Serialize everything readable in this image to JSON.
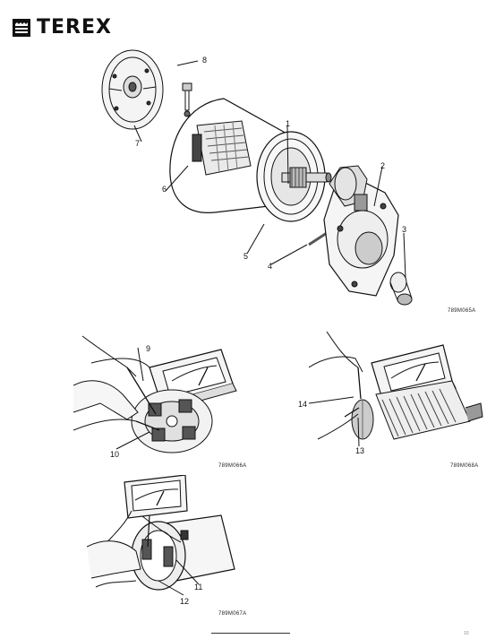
{
  "header": {
    "brand": "TEREX"
  },
  "figures": [
    {
      "name": "exploded-starter-motor",
      "code": "789M065A",
      "callouts": [
        "1",
        "2",
        "3",
        "4",
        "5",
        "6",
        "7",
        "8"
      ]
    },
    {
      "name": "brush-holder-test",
      "code": "789M066A",
      "callouts": [
        "9",
        "10"
      ]
    },
    {
      "name": "armature-test",
      "code": "789M068A",
      "callouts": [
        "14",
        "13"
      ]
    },
    {
      "name": "field-coil-test",
      "code": "789M067A",
      "callouts": [
        "11",
        "12"
      ]
    }
  ],
  "footer": {
    "page_number": "10"
  }
}
